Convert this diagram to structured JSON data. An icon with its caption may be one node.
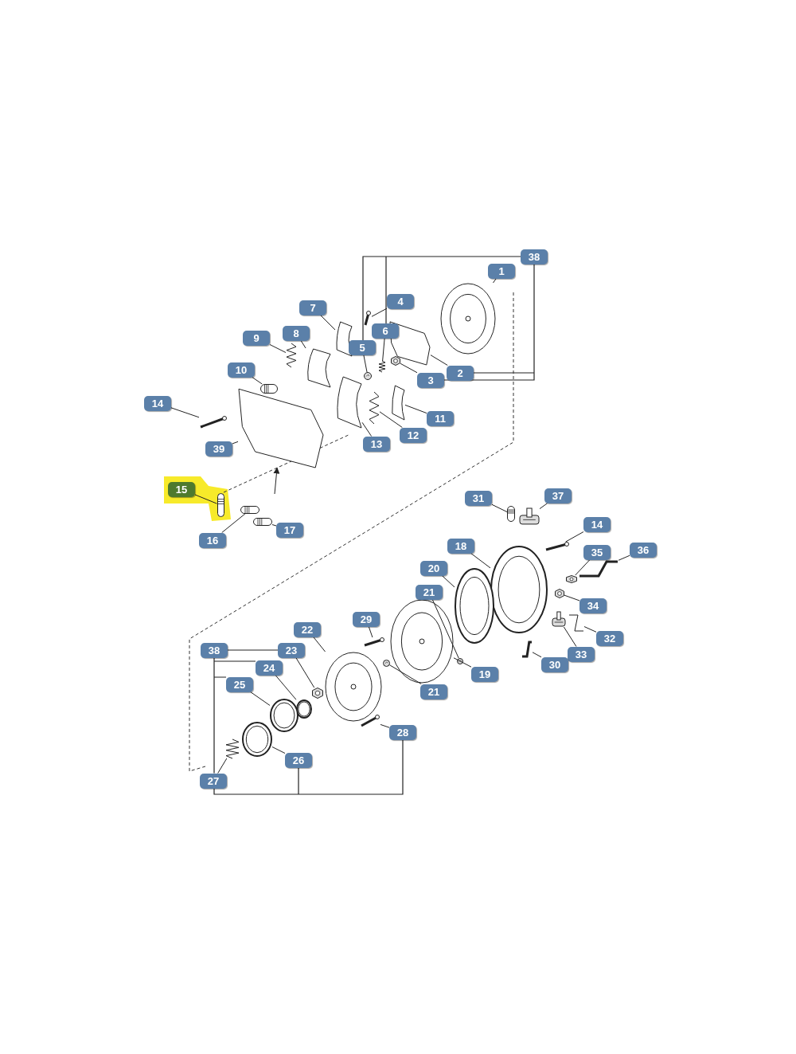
{
  "diagram": {
    "nodes": [
      {
        "text": [
          "38"
        ]
      },
      {
        "text": [
          "1"
        ]
      },
      {
        "text": [
          "4"
        ]
      },
      {
        "text": [
          "7"
        ]
      },
      {
        "text": [
          "6"
        ]
      },
      {
        "text": [
          "8"
        ]
      },
      {
        "text": [
          "9"
        ]
      },
      {
        "text": [
          "5"
        ]
      },
      {
        "text": [
          "10"
        ]
      },
      {
        "text": [
          "2"
        ]
      },
      {
        "text": [
          "3"
        ]
      },
      {
        "text": [
          "14"
        ]
      },
      {
        "text": [
          "11"
        ]
      },
      {
        "text": [
          "12"
        ]
      },
      {
        "text": [
          "13"
        ]
      },
      {
        "text": [
          "39"
        ]
      },
      {
        "text": [
          "15"
        ]
      },
      {
        "text": [
          "37"
        ]
      },
      {
        "text": [
          "31"
        ]
      },
      {
        "text": [
          "14"
        ]
      },
      {
        "text": [
          "17"
        ]
      },
      {
        "text": [
          "16"
        ]
      },
      {
        "text": [
          "18"
        ]
      },
      {
        "text": [
          "36"
        ]
      },
      {
        "text": [
          "35"
        ]
      },
      {
        "text": [
          "20"
        ]
      },
      {
        "text": [
          "21"
        ]
      },
      {
        "text": [
          "34"
        ]
      },
      {
        "text": [
          "29"
        ]
      },
      {
        "text": [
          "22"
        ]
      },
      {
        "text": [
          "32"
        ]
      },
      {
        "text": [
          "38"
        ]
      },
      {
        "text": [
          "23"
        ]
      },
      {
        "text": [
          "33"
        ]
      },
      {
        "text": [
          "24"
        ]
      },
      {
        "text": [
          "30"
        ]
      },
      {
        "text": [
          "19"
        ]
      },
      {
        "text": [
          "25"
        ]
      },
      {
        "text": [
          "21"
        ]
      },
      {
        "text": [
          "28"
        ]
      },
      {
        "text": [
          "26"
        ]
      },
      {
        "text": [
          "27"
        ]
      },
      {
        "text": [],
        "shape": "picture"
      },
      {
        "text": [],
        "shape": "picture"
      },
      {
        "text": [],
        "shape": "picture"
      },
      {
        "text": [],
        "shape": "picture"
      },
      {
        "text": [],
        "shape": "picture"
      },
      {
        "text": [],
        "shape": "picture"
      },
      {
        "text": [],
        "shape": "picture"
      },
      {
        "text": [],
        "shape": "picture"
      },
      {
        "text": [],
        "shape": "picture"
      },
      {
        "text": [],
        "shape": "picture"
      },
      {
        "text": [],
        "shape": "picture"
      },
      {
        "text": [],
        "shape": "picture"
      },
      {
        "text": [],
        "shape": "picture"
      },
      {
        "text": [],
        "shape": "picture"
      },
      {
        "text": [],
        "shape": "picture"
      },
      {
        "text": [],
        "shape": "picture"
      },
      {
        "text": [],
        "shape": "picture"
      },
      {
        "text": [],
        "shape": "picture"
      },
      {
        "text": [],
        "shape": "picture"
      },
      {
        "text": [],
        "shape": "picture"
      },
      {
        "text": [],
        "shape": "picture"
      },
      {
        "text": [],
        "shape": "picture"
      },
      {
        "text": [],
        "shape": "picture"
      },
      {
        "text": [],
        "shape": "picture"
      },
      {
        "text": [],
        "shape": "picture"
      },
      {
        "text": [],
        "shape": "picture"
      },
      {
        "text": [],
        "shape": "picture"
      },
      {
        "text": [],
        "shape": "picture"
      },
      {
        "text": [],
        "shape": "picture"
      },
      {
        "text": [],
        "shape": "picture"
      },
      {
        "text": [],
        "shape": "picture"
      },
      {
        "text": [],
        "shape": "picture"
      },
      {
        "text": [],
        "shape": "picture"
      },
      {
        "text": [],
        "shape": "picture"
      },
      {
        "text": [],
        "shape": "picture"
      },
      {
        "text": [],
        "shape": "picture"
      },
      {
        "text": [],
        "shape": "picture"
      },
      {
        "text": [],
        "shape": "picture"
      },
      {
        "text": [],
        "shape": "picture"
      },
      {
        "text": [],
        "shape": "picture"
      }
    ],
    "edges": [
      {
        "from": 1,
        "to": 42,
        "arrow": "none"
      },
      {
        "from": 2,
        "to": 43,
        "arrow": "none"
      },
      {
        "from": 3,
        "to": 44,
        "arrow": "none"
      },
      {
        "from": 4,
        "to": 45,
        "arrow": "none"
      },
      {
        "from": 5,
        "to": 46,
        "arrow": "none"
      },
      {
        "from": 6,
        "to": 47,
        "arrow": "none"
      },
      {
        "from": 7,
        "to": 48,
        "arrow": "none"
      },
      {
        "from": 8,
        "to": 49,
        "arrow": "none"
      },
      {
        "from": 9,
        "to": 50,
        "arrow": "none"
      },
      {
        "from": 10,
        "to": 51,
        "arrow": "none"
      },
      {
        "from": 11,
        "to": 52,
        "arrow": "none"
      },
      {
        "from": 12,
        "to": 53,
        "arrow": "none"
      },
      {
        "from": 13,
        "to": 54,
        "arrow": "none"
      },
      {
        "from": 14,
        "to": 55,
        "arrow": "none"
      },
      {
        "from": 15,
        "to": 56,
        "arrow": "none"
      },
      {
        "from": 16,
        "to": 57,
        "arrow": "none"
      },
      {
        "from": 17,
        "to": 58,
        "arrow": "none"
      },
      {
        "from": 18,
        "to": 59,
        "arrow": "none"
      },
      {
        "from": 19,
        "to": 60,
        "arrow": "none"
      },
      {
        "from": 20,
        "to": 61,
        "arrow": "none"
      },
      {
        "from": 21,
        "to": 62,
        "arrow": "none"
      },
      {
        "from": 22,
        "to": 63,
        "arrow": "none"
      },
      {
        "from": 23,
        "to": 64,
        "arrow": "none"
      },
      {
        "from": 24,
        "to": 65,
        "arrow": "none"
      },
      {
        "from": 25,
        "to": 66,
        "arrow": "none"
      },
      {
        "from": 26,
        "to": 67,
        "arrow": "none"
      },
      {
        "from": 27,
        "to": 68,
        "arrow": "none"
      },
      {
        "from": 28,
        "to": 69,
        "arrow": "none"
      },
      {
        "from": 29,
        "to": 70,
        "arrow": "none"
      },
      {
        "from": 30,
        "to": 71,
        "arrow": "none"
      },
      {
        "from": 32,
        "to": 72,
        "arrow": "none"
      },
      {
        "from": 33,
        "to": 73,
        "arrow": "none"
      },
      {
        "from": 34,
        "to": 74,
        "arrow": "none"
      },
      {
        "from": 35,
        "to": 75,
        "arrow": "none"
      },
      {
        "from": 36,
        "to": 76,
        "arrow": "none"
      },
      {
        "from": 37,
        "to": 77,
        "arrow": "none"
      },
      {
        "from": 38,
        "to": 78,
        "arrow": "none"
      },
      {
        "from": 39,
        "to": 79,
        "arrow": "none"
      },
      {
        "from": 40,
        "to": 80,
        "arrow": "none"
      },
      {
        "from": 41,
        "to": 81,
        "arrow": "none"
      },
      {
        "from": null,
        "to": 56,
        "arrow": "to"
      }
    ]
  }
}
